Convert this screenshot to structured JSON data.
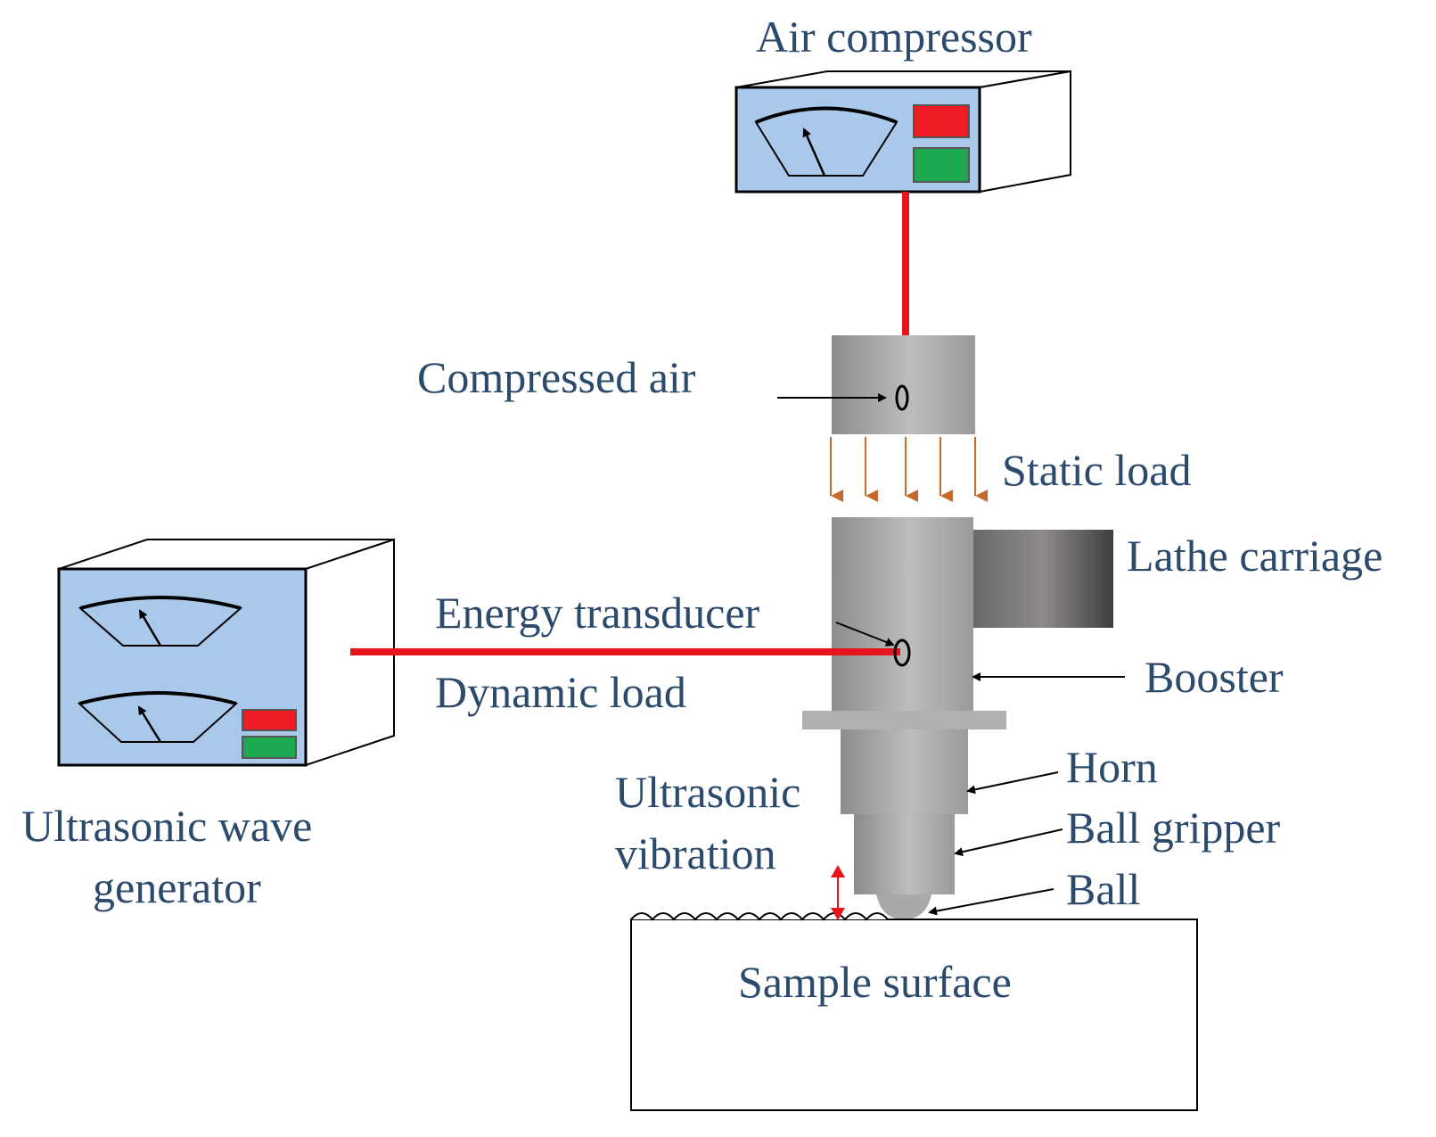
{
  "labels": {
    "air_compressor": "Air compressor",
    "compressed_air": "Compressed air",
    "static_load": "Static load",
    "lathe_carriage": "Lathe carriage",
    "energy_transducer": "Energy transducer",
    "dynamic_load": "Dynamic load",
    "booster": "Booster",
    "horn": "Horn",
    "ultrasonic_vibration_line1": "Ultrasonic",
    "ultrasonic_vibration_line2": "vibration",
    "ball_gripper": "Ball gripper",
    "ball": "Ball",
    "generator_line1": "Ultrasonic wave",
    "generator_line2": "generator",
    "sample_surface": "Sample surface"
  },
  "colors": {
    "label_text": "#2c4a6b",
    "panel_blue": "#a9c8ea",
    "indicator_red": "#ee1c24",
    "indicator_green": "#1ea84f",
    "cable_red": "#e8141c",
    "static_load_arrow": "#c8692c",
    "vibration_arrow": "#e8141c"
  }
}
